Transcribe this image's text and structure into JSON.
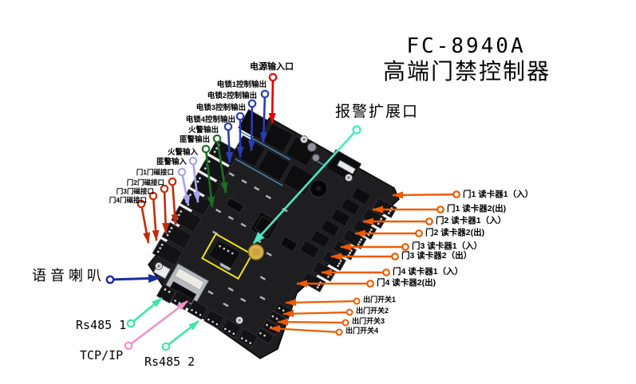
{
  "title": {
    "model": "FC-8940A",
    "product_name": "高端门禁控制器"
  },
  "colors": {
    "power-arrow": "#e60000",
    "lock-arrow": "#2a3db5",
    "alarm-output-arrow": "#1a7020",
    "alarm-input-arrow": "#a9a3ef",
    "door-magnet-arrow": "#c32c0d",
    "reader-arrow": "#f05a00",
    "voice-arrow": "#1b2b9e",
    "rs485-arrow": "#3fe6a5",
    "tcpip-arrow": "#f78fc8",
    "alarm-expansion-arrow": "#4ae9c4",
    "highlight-box": "#f1e40b",
    "board-dark": "#1e1e21"
  },
  "labels": {
    "power_input": "电源输入口",
    "lock1_output": "电锁1控制输出",
    "lock2_output": "电锁2控制输出",
    "lock3_output": "电锁3控制输出",
    "lock4_output": "电锁4控制输出",
    "fire_alarm_output": "火警输出",
    "robbery_alarm_output": "匪警输出",
    "fire_alarm_input": "火警输入",
    "robbery_alarm_input": "匪警输入",
    "door1_magnet": "门1门磁接口",
    "door2_magnet": "门2门磁接口",
    "door3_magnet": "门3门磁接口",
    "door4_magnet": "门4门磁接口",
    "alarm_expansion": "报警扩展口",
    "voice_speaker": "语音喇叭",
    "rs485_1": "Rs485 1",
    "tcpip": "TCP/IP",
    "rs485_2": "Rs485 2",
    "door1_reader1": "门1 读卡器1（入）",
    "door1_reader2": "门1 读卡器2(出)",
    "door2_reader1": "门2 读卡器1（入）",
    "door2_reader2": "门2 读卡器2(出)",
    "door3_reader1": "门3 读卡器1（入）",
    "door3_reader2": "门3 读卡器2（出）",
    "door4_reader1": "门4 读卡器1（入）",
    "door4_reader2": "门4 读卡器2(出)",
    "exit_button1": "出门开关1",
    "exit_button2": "出门开关2",
    "exit_button3": "出门开关3",
    "exit_button4": "出门开关4"
  }
}
